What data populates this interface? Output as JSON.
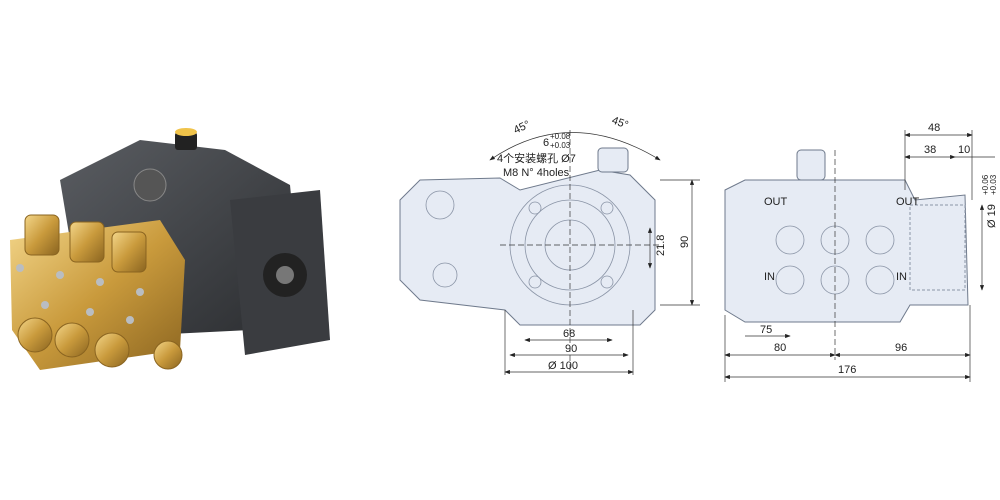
{
  "photo": {
    "subject": "pump-photo"
  },
  "front_view": {
    "angle_left": "45°",
    "angle_right": "45°",
    "tolerance_base": "6",
    "tolerance_upper": "+0.08",
    "tolerance_lower": "+0.03",
    "holes_cn": "4个安装螺孔 Ø7",
    "holes_en": "M8 N° 4holes",
    "dim_21_8": "21.8",
    "dim_90_vertical": "90",
    "dim_68": "68",
    "dim_90": "90",
    "dim_100": "Ø 100"
  },
  "side_view": {
    "dim_48": "48",
    "dim_38": "38",
    "dim_10": "10",
    "shaft_diameter": "Ø 19",
    "shaft_upper": "+0.06",
    "shaft_lower": "+0.03",
    "out_label": "OUT",
    "in_label": "IN",
    "dim_75": "75",
    "dim_80": "80",
    "dim_96": "96",
    "dim_176": "176"
  }
}
